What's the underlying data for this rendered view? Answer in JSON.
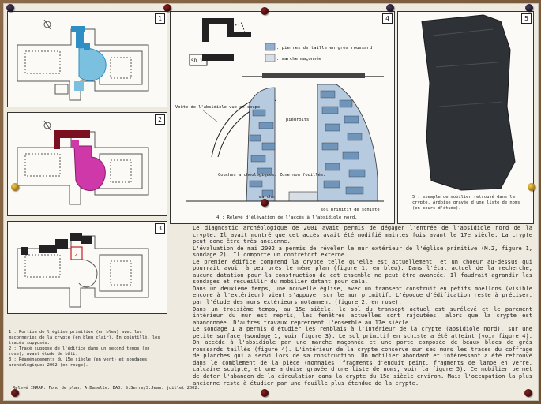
{
  "panels": {
    "p1": {
      "number": "1"
    },
    "p2": {
      "number": "2"
    },
    "p3": {
      "number": "3"
    },
    "p4": {
      "number": "4",
      "legend": [
        {
          "label": ": pierres de taille en grès roussard"
        },
        {
          "label": ": marche maçonnée"
        }
      ],
      "sd_label": "SD.1",
      "voute_label": "Voûte de l'absidiole vue en coupe",
      "piedroits_label": "piédroits",
      "couches_label": "Couches archéologiques. Zone non fouillée.",
      "marche_label": "marche",
      "sol_label": "sol primitif de schiste",
      "caption": "4 : Relevé d'élévation de l'accès à l'absidiole nord."
    },
    "p5": {
      "number": "5",
      "caption": "5 : exemple de mobilier retrouvé dans la crypte. Ardoise gravée d'une liste de noms (en cours d'étude)."
    },
    "p3_label": "2"
  },
  "left_caption": [
    "1 : Portion de l'église primitive (en bleu) avec les maçonneries de la crypte (en bleu clair). En pointillé, les tracés supposés.",
    "2 : Tracé supposé de l'édifice dans un second temps (en rose), avant étude de bâti.",
    "3 : Réaménagements du 15e siècle (en vert) et sondages archéologiques 2002 (en rouge)."
  ],
  "credit": "Relevé INRAP. Fond de plan: A.Daselle. DAO: S.Serre/S.Jean. juillet 2002.",
  "body": [
    "Le diagnostic archéologique de 2001 avait permis de dégager l'entrée de l'absidiole nord de la crypte. Il avait montré que cet accès avait été modifié maintes fois avant le 17e siècle. La crypte peut donc être très ancienne.",
    "L'évaluation de mai 2002 a permis de révéler le mur extérieur de l'église primitive (M.2, figure 1, sondage 2). Il comporte un contrefort externe.",
    "Ce premier édifice comprend la crypte telle qu'elle est actuellement, et un choeur au-dessus qui pourrait avoir à peu près le même plan (figure 1, en bleu). Dans l'état actuel de la recherche, aucune datation pour la construction de cet ensemble ne peut être avancée. Il faudrait agrandir les sondages et recueillir du mobilier datant pour cela.",
    "Dans un deuxième temps, une nouvelle église, avec un transept construit en petits moellons (visible encore à l'extérieur) vient s'appuyer sur le mur primitif. L'époque d'édification reste à préciser, par l'étude des murs extérieurs notamment (figure 2, en rose).",
    "Dans un troisième temps, au 15e siècle, le sol du transept actuel est surélevé et le parement intérieur du mur est repris, les fenêtres actuelles sont rajoutées, alors que la crypte est abandonnée. D'autres travaux reprennent l'ensemble au 17e siècle.",
    "Le sondage 1 a permis d'étudier les remblais à l'intérieur de la crypte (absidiole nord), sur une petite surface (sondage 1, voir figure 3). Le sol primitif en schiste a été atteint (voir figure 4). On accède à l'absidiole par une marche maçonnée et une porte composée de beaux blocs de grès roussards taillés (figure 4). L'intérieur de la crypte conserve sur ses murs les traces du coffrage de planches qui a servi lors de sa construction. Un mobilier abondant et intéressant a été retrouvé dans le comblement de la pièce (monnaies, fragments d'enduit peint, fragments de lampe en verre, calcaire sculpté, et une ardoise gravée d'une liste de noms, voir la figure 5). Ce mobilier permet de dater l'abandon de la circulation dans la crypte du 15e siècle environ. Mais l'occupation la plus ancienne reste à étudier par une fouille plus étendue de la crypte."
  ],
  "colors": {
    "blue": "#2f8fc4",
    "light_blue": "#7cc0e0",
    "pink": "#cf38a8",
    "dark_red": "#7a1020",
    "red": "#c61d1d"
  }
}
